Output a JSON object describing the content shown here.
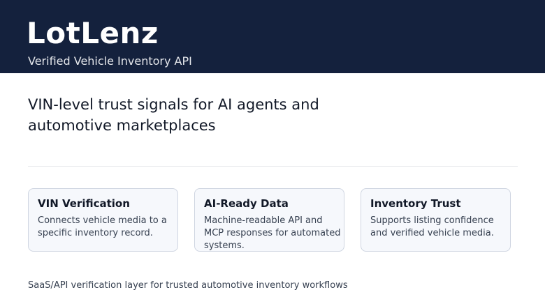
{
  "header": {
    "brand": "LotLenz",
    "tagline": "Verified Vehicle Inventory API"
  },
  "main": {
    "headline": "VIN-level trust signals for AI agents and automotive marketplaces",
    "features": [
      {
        "title": "VIN Verification",
        "description": "Connects vehicle media to a specific inventory record."
      },
      {
        "title": "AI-Ready Data",
        "description": "Machine-readable API and MCP responses for automated systems."
      },
      {
        "title": "Inventory Trust",
        "description": "Supports listing confidence and verified vehicle media."
      }
    ]
  },
  "footer": {
    "text": "SaaS/API verification layer for trusted automotive inventory workflows"
  },
  "colors": {
    "header_background": "#14213d",
    "card_background": "#f6f8fc",
    "card_border": "#cfd5e1"
  }
}
